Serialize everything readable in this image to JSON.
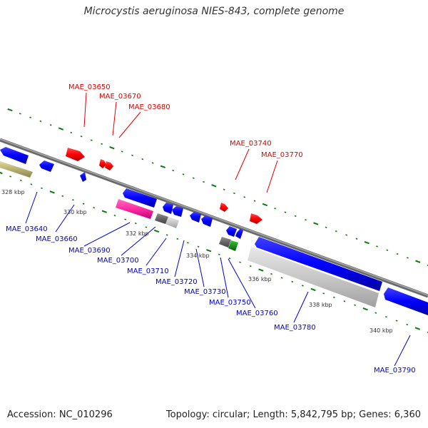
{
  "title": "Microcystis aeruginosa NIES-843, complete genome",
  "footer": {
    "accession": "Accession: NC_010296",
    "topology": "Topology: circular; Length: 5,842,795 bp; Genes: 6,360"
  },
  "ticks": [
    {
      "label": "328 kbp"
    },
    {
      "label": "330 kbp"
    },
    {
      "label": "332 kbp"
    },
    {
      "label": "334 kbp"
    },
    {
      "label": "336 kbp"
    },
    {
      "label": "338 kbp"
    },
    {
      "label": "340 kbp"
    }
  ],
  "genes": {
    "forward": [
      "MAE_03650",
      "MAE_03670",
      "MAE_03680",
      "MAE_03740",
      "MAE_03770"
    ],
    "reverse": [
      "MAE_03640",
      "MAE_03660",
      "MAE_03690",
      "MAE_03700",
      "MAE_03710",
      "MAE_03720",
      "MAE_03730",
      "MAE_03750",
      "MAE_03760",
      "MAE_03780",
      "MAE_03790"
    ]
  },
  "colors": {
    "forward": "#ff0000",
    "reverse": "#0000ff",
    "backbone": "#808080",
    "tick": "#008000",
    "magenta": "#ff2ba0",
    "olive": "#b8b070"
  }
}
